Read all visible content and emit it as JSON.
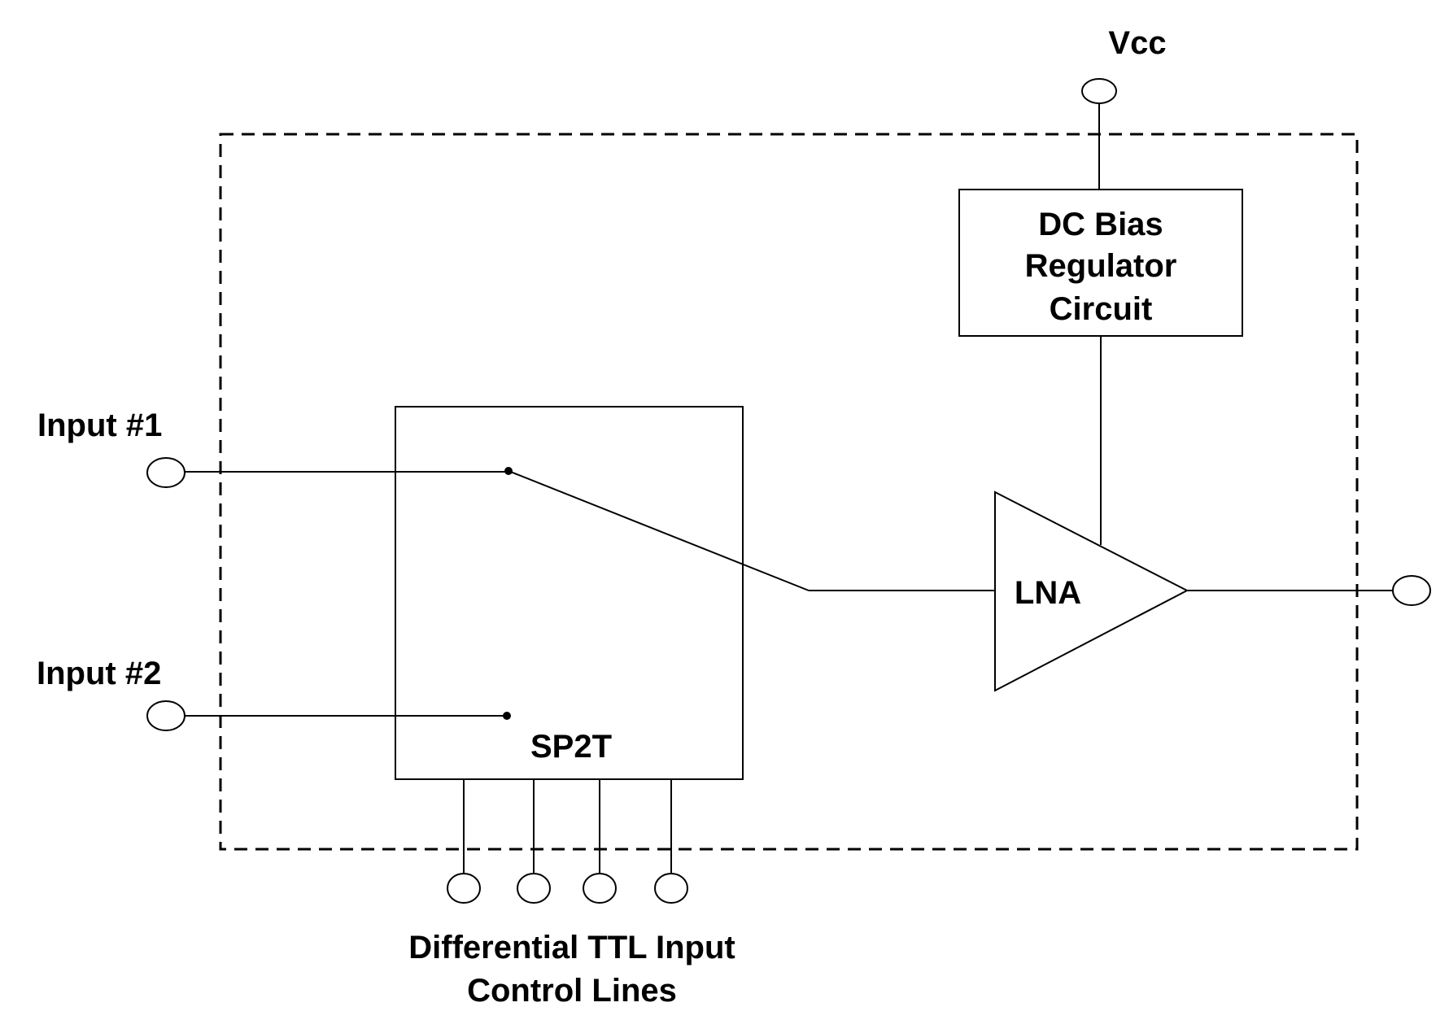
{
  "diagram": {
    "type": "block-diagram",
    "labels": {
      "vcc": "Vcc",
      "dc_bias": [
        "DC Bias",
        "Regulator",
        "Circuit"
      ],
      "input1": "Input #1",
      "input2": "Input #2",
      "switch": "SP2T",
      "amplifier": "LNA",
      "control": [
        "Differential TTL Input",
        "Control Lines"
      ]
    },
    "blocks": [
      {
        "id": "dc-bias-regulator",
        "label": "DC Bias Regulator Circuit"
      },
      {
        "id": "sp2t-switch",
        "label": "SP2T"
      },
      {
        "id": "lna",
        "label": "LNA"
      }
    ],
    "ports": [
      "Vcc",
      "Input #1",
      "Input #2",
      "Output",
      "Control 1",
      "Control 2",
      "Control 3",
      "Control 4"
    ],
    "switch_state": "Input #1 connected",
    "colors": {
      "stroke": "#000000",
      "background": "#ffffff"
    }
  }
}
